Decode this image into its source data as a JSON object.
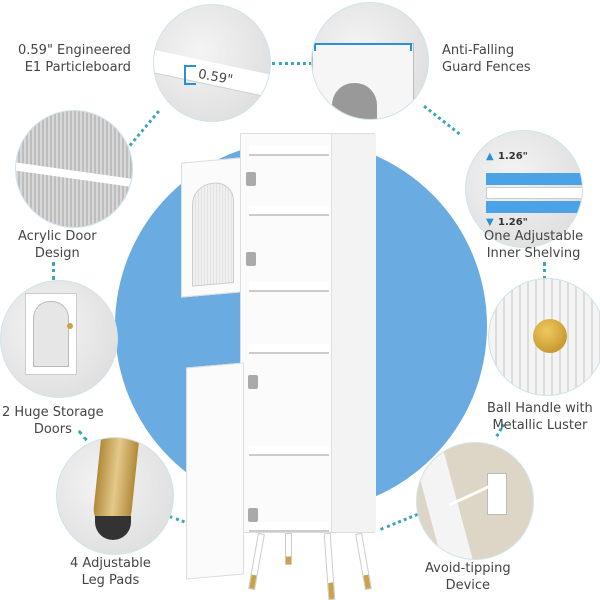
{
  "features": [
    {
      "id": "particleboard",
      "lines": [
        "0.59\" Engineered",
        "E1 Particleboard"
      ],
      "callout": "0.59\""
    },
    {
      "id": "guard",
      "lines": [
        "Anti-Falling",
        "Guard Fences"
      ]
    },
    {
      "id": "acrylic",
      "lines": [
        "Acrylic Door",
        "Design"
      ]
    },
    {
      "id": "shelving",
      "lines": [
        "One Adjustable",
        "Inner Shelving"
      ],
      "callouts": [
        "1.26\"",
        "1.26\""
      ]
    },
    {
      "id": "doors",
      "lines": [
        "2 Huge Storage",
        "Doors"
      ]
    },
    {
      "id": "handle",
      "lines": [
        "Ball Handle with",
        "Metallic Luster"
      ]
    },
    {
      "id": "legs",
      "lines": [
        "4 Adjustable",
        "Leg Pads"
      ]
    },
    {
      "id": "tipping",
      "lines": [
        "Avoid-tipping",
        "Device"
      ]
    }
  ],
  "colors": {
    "accent_blue": "#6aabe1",
    "dotted_line": "#3aa6b9",
    "gold": "#c9a24a"
  }
}
